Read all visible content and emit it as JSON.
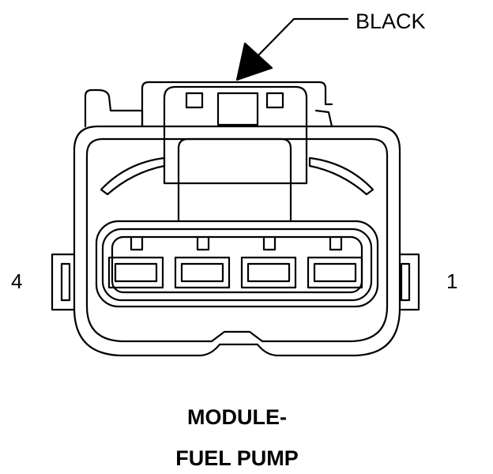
{
  "connector": {
    "color_callout": "BLACK",
    "pin_left_label": "4",
    "pin_right_label": "1",
    "title_line1": "MODULE-",
    "title_line2": "FUEL PUMP",
    "terminal_count": 4
  },
  "colors": {
    "line": "#000000",
    "background": "#ffffff"
  }
}
